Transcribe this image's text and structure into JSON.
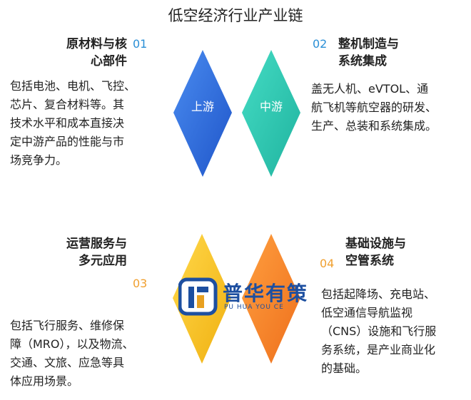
{
  "title": "低空经济行业产业链",
  "upstream": {
    "label": "上游",
    "number": "01",
    "heading_line1": "原材料与核",
    "heading_line2": "心部件",
    "body_lines": [
      "包括电池、电机、飞控、",
      "芯片、复合材料等。其",
      "技术水平和成本直接决",
      "定中游产品的性能与市",
      "场竞争力。"
    ]
  },
  "midstream": {
    "label": "中游",
    "number": "02",
    "heading_line1": "整机制造与",
    "heading_line2": "系统集成",
    "body_lines": [
      "盖无人机、eVTOL、通",
      "航飞机等航空器的研发、",
      "生产、总装和系统集成。"
    ]
  },
  "services": {
    "number": "03",
    "heading_line1": "运营服务与",
    "heading_line2": "多元应用",
    "body_lines": [
      "包括飞行服务、维修保",
      "障（MRO），以及物流、",
      "交通、文旅、应急等具",
      "体应用场景。"
    ]
  },
  "infrastructure": {
    "number": "04",
    "heading_line1": "基础设施与",
    "heading_line2": "空管系统",
    "body_lines": [
      "包括起降场、充电站、",
      "低空通信导航监视",
      "（CNS）设施和飞行服",
      "务系统，是产业商业化",
      "的基础。"
    ]
  },
  "watermark": {
    "name": "普华有策",
    "sub": "PU HUA YOU CE"
  },
  "colors": {
    "blue": "#2a6fe0",
    "teal": "#2cc9b4",
    "yellow": "#f7c21e",
    "orange": "#f5892a",
    "number_blue": "#2a8fd6",
    "number_orange": "#f0a030"
  }
}
